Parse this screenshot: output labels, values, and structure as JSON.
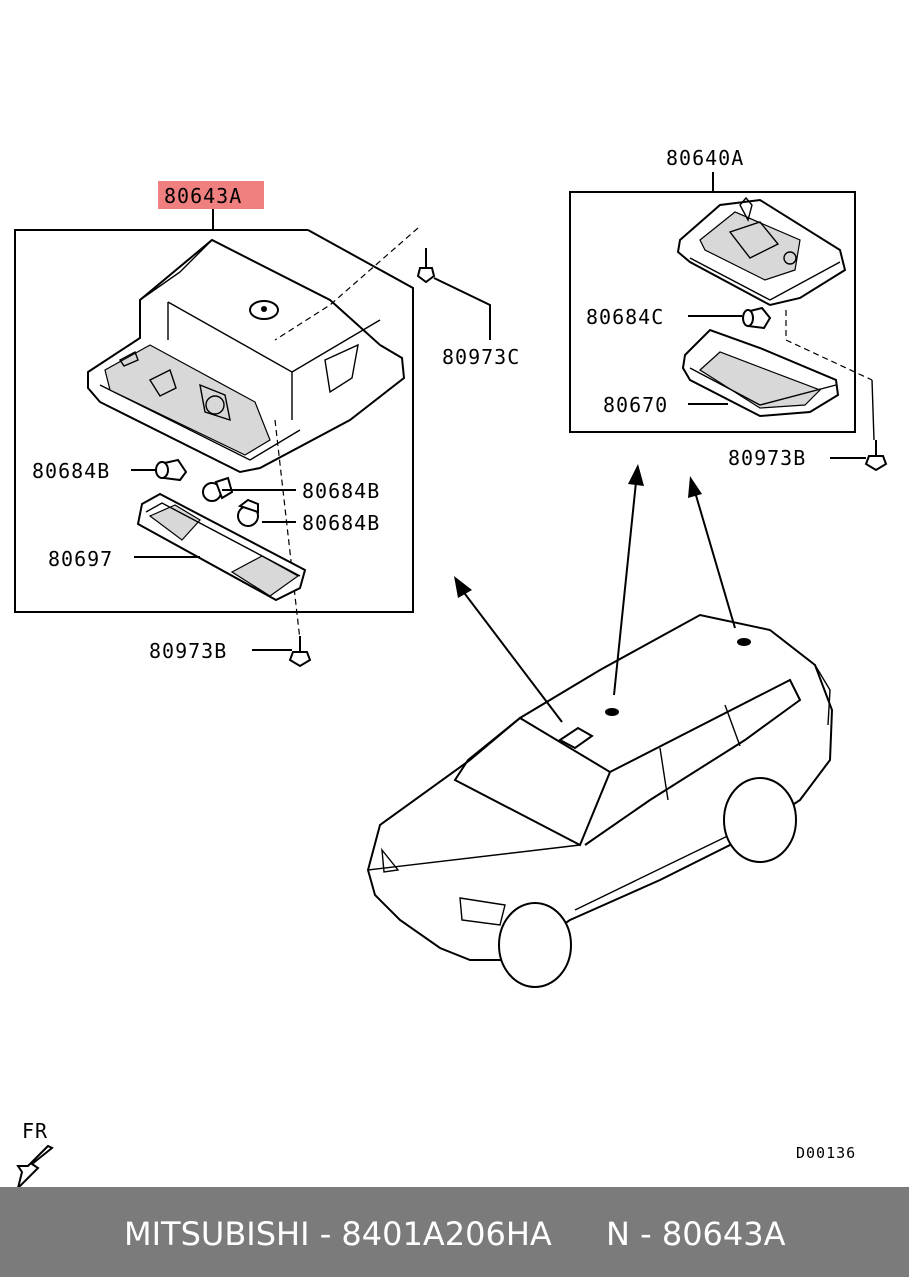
{
  "labels": {
    "main_assembly": "80643A",
    "rear_assembly": "80640A",
    "screw_top": "80973C",
    "bulb_left": "80684B",
    "bulb_mid_1": "80684B",
    "bulb_mid_2": "80684B",
    "lens_front": "80697",
    "screw_bottom": "80973B",
    "bulb_rear": "80684C",
    "lens_rear": "80670",
    "screw_rear": "80973B"
  },
  "direction_marker": "FR",
  "diagram_code": "D00136",
  "footer": {
    "brand_part": "MITSUBISHI - 8401A206HA",
    "number": "N - 80643A"
  },
  "colors": {
    "highlight": "#f08080",
    "footer_bg": "#7b7b7b",
    "footer_text": "#ffffff"
  }
}
